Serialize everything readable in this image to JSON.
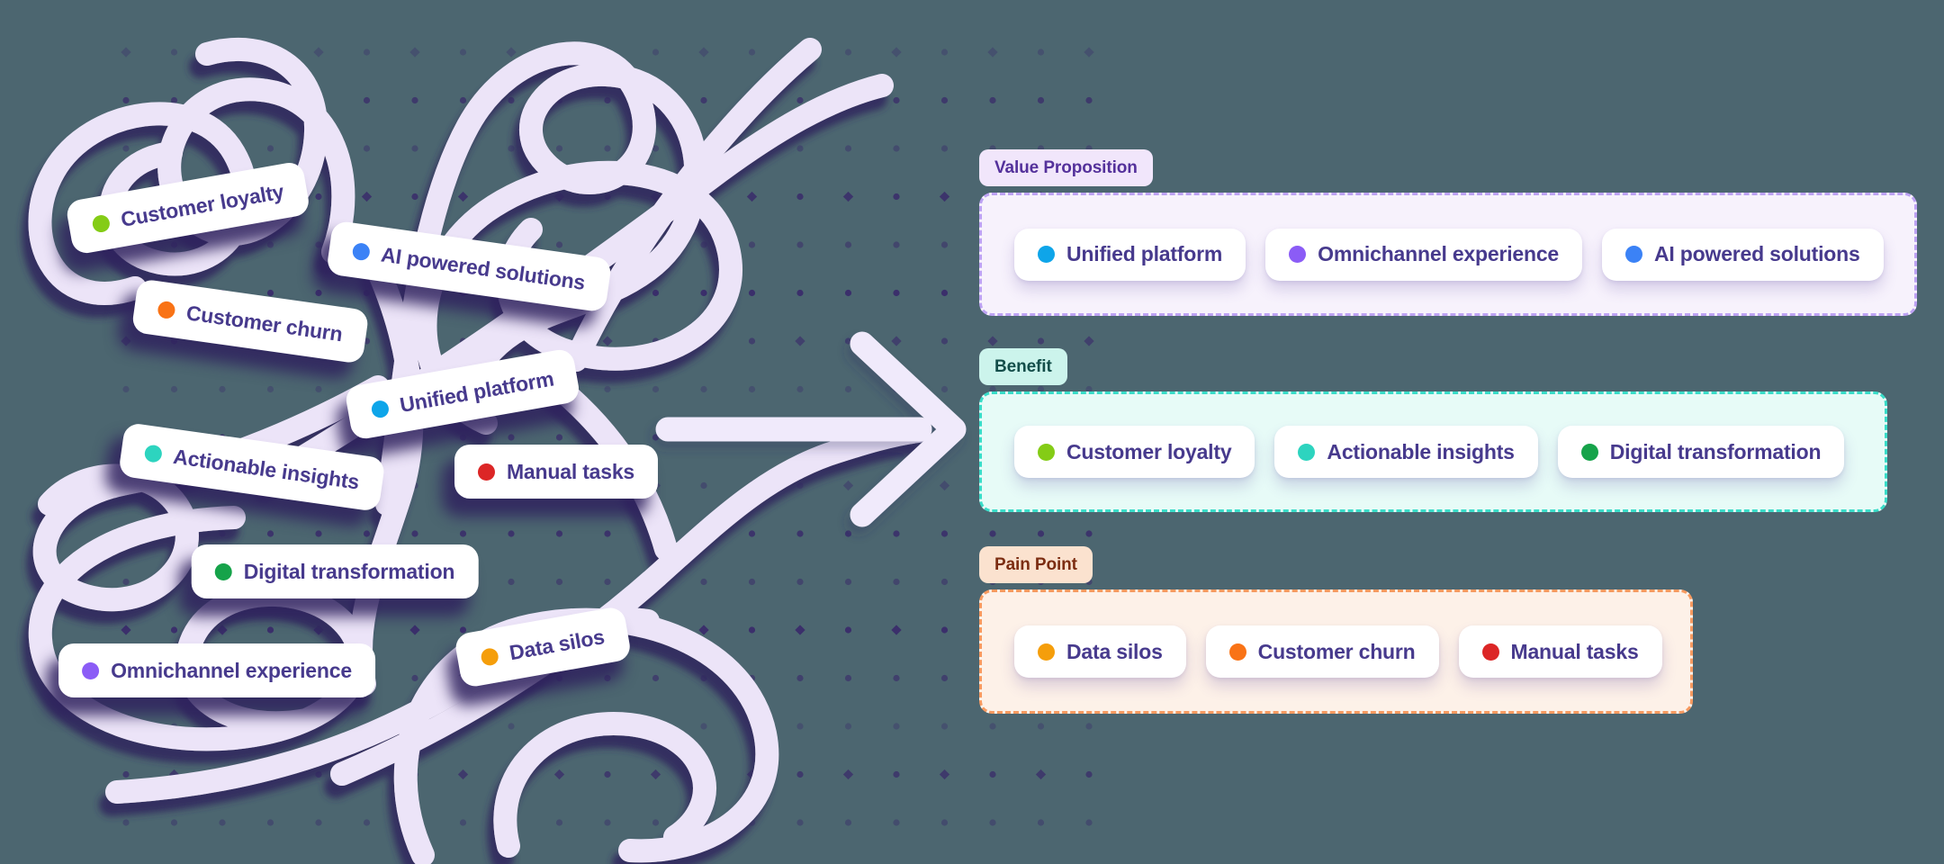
{
  "canvas": {
    "background_color": "#4c6670",
    "tangle_color": "#ece4f8",
    "tangle_shadow_color": "#33255e",
    "dot_grid_color": "#3a2c6a",
    "arrow_color": "#f0eafb",
    "chip_text_color": "#473a8d"
  },
  "left_cluster": {
    "items": [
      {
        "label": "Customer loyalty",
        "dot_color": "#84cc16"
      },
      {
        "label": "AI powered solutions",
        "dot_color": "#3b82f6"
      },
      {
        "label": "Customer churn",
        "dot_color": "#f97316"
      },
      {
        "label": "Unified platform",
        "dot_color": "#0ea5e9"
      },
      {
        "label": "Actionable insights",
        "dot_color": "#2dd4bf"
      },
      {
        "label": "Manual tasks",
        "dot_color": "#dc2626"
      },
      {
        "label": "Digital transformation",
        "dot_color": "#16a34a"
      },
      {
        "label": "Data silos",
        "dot_color": "#f59e0b"
      },
      {
        "label": "Omnichannel experience",
        "dot_color": "#8b5cf6"
      }
    ]
  },
  "groups": [
    {
      "label": "Value Proposition",
      "accent_color": "#bda2f3",
      "badge_bg": "#f1e6fb",
      "badge_text_color": "#54319b",
      "box_bg": "#f7f2fc",
      "items": [
        {
          "label": "Unified platform",
          "dot_color": "#0ea5e9"
        },
        {
          "label": "Omnichannel experience",
          "dot_color": "#8b5cf6"
        },
        {
          "label": "AI powered solutions",
          "dot_color": "#3b82f6"
        }
      ]
    },
    {
      "label": "Benefit",
      "accent_color": "#39dcc8",
      "badge_bg": "#ccf4ec",
      "badge_text_color": "#134e4a",
      "box_bg": "#e7fbf7",
      "items": [
        {
          "label": "Customer loyalty",
          "dot_color": "#84cc16"
        },
        {
          "label": "Actionable insights",
          "dot_color": "#2dd4bf"
        },
        {
          "label": "Digital transformation",
          "dot_color": "#16a34a"
        }
      ]
    },
    {
      "label": "Pain Point",
      "accent_color": "#f79a60",
      "badge_bg": "#fbe2cf",
      "badge_text_color": "#7c2d12",
      "box_bg": "#fdf1e8",
      "items": [
        {
          "label": "Data silos",
          "dot_color": "#f59e0b"
        },
        {
          "label": "Customer churn",
          "dot_color": "#f97316"
        },
        {
          "label": "Manual tasks",
          "dot_color": "#dc2626"
        }
      ]
    }
  ]
}
